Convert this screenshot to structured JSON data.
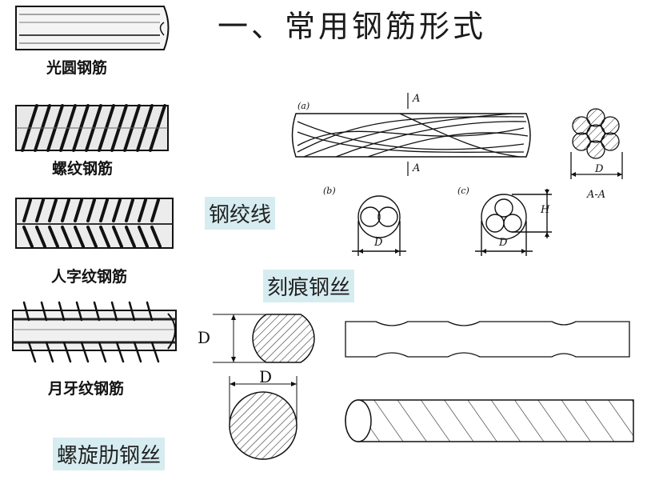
{
  "title": "一、常用钢筋形式",
  "left_column": [
    {
      "label": "光圆钢筋"
    },
    {
      "label": "螺纹钢筋"
    },
    {
      "label": "人字纹钢筋"
    },
    {
      "label": "月牙纹钢筋"
    }
  ],
  "highlight_labels": {
    "strand": "钢绞线",
    "indented_wire": "刻痕钢丝",
    "spiral_rib_wire": "螺旋肋钢丝"
  },
  "strand_figure": {
    "panel_a": "(a)",
    "panel_b": "(b)",
    "panel_c": "(c)",
    "section_mark": "A",
    "section_title": "A-A",
    "dim_d": "D",
    "dim_h": "H"
  },
  "wire_figure": {
    "dim_d_vertical": "D",
    "dim_d_horizontal": "D"
  }
}
